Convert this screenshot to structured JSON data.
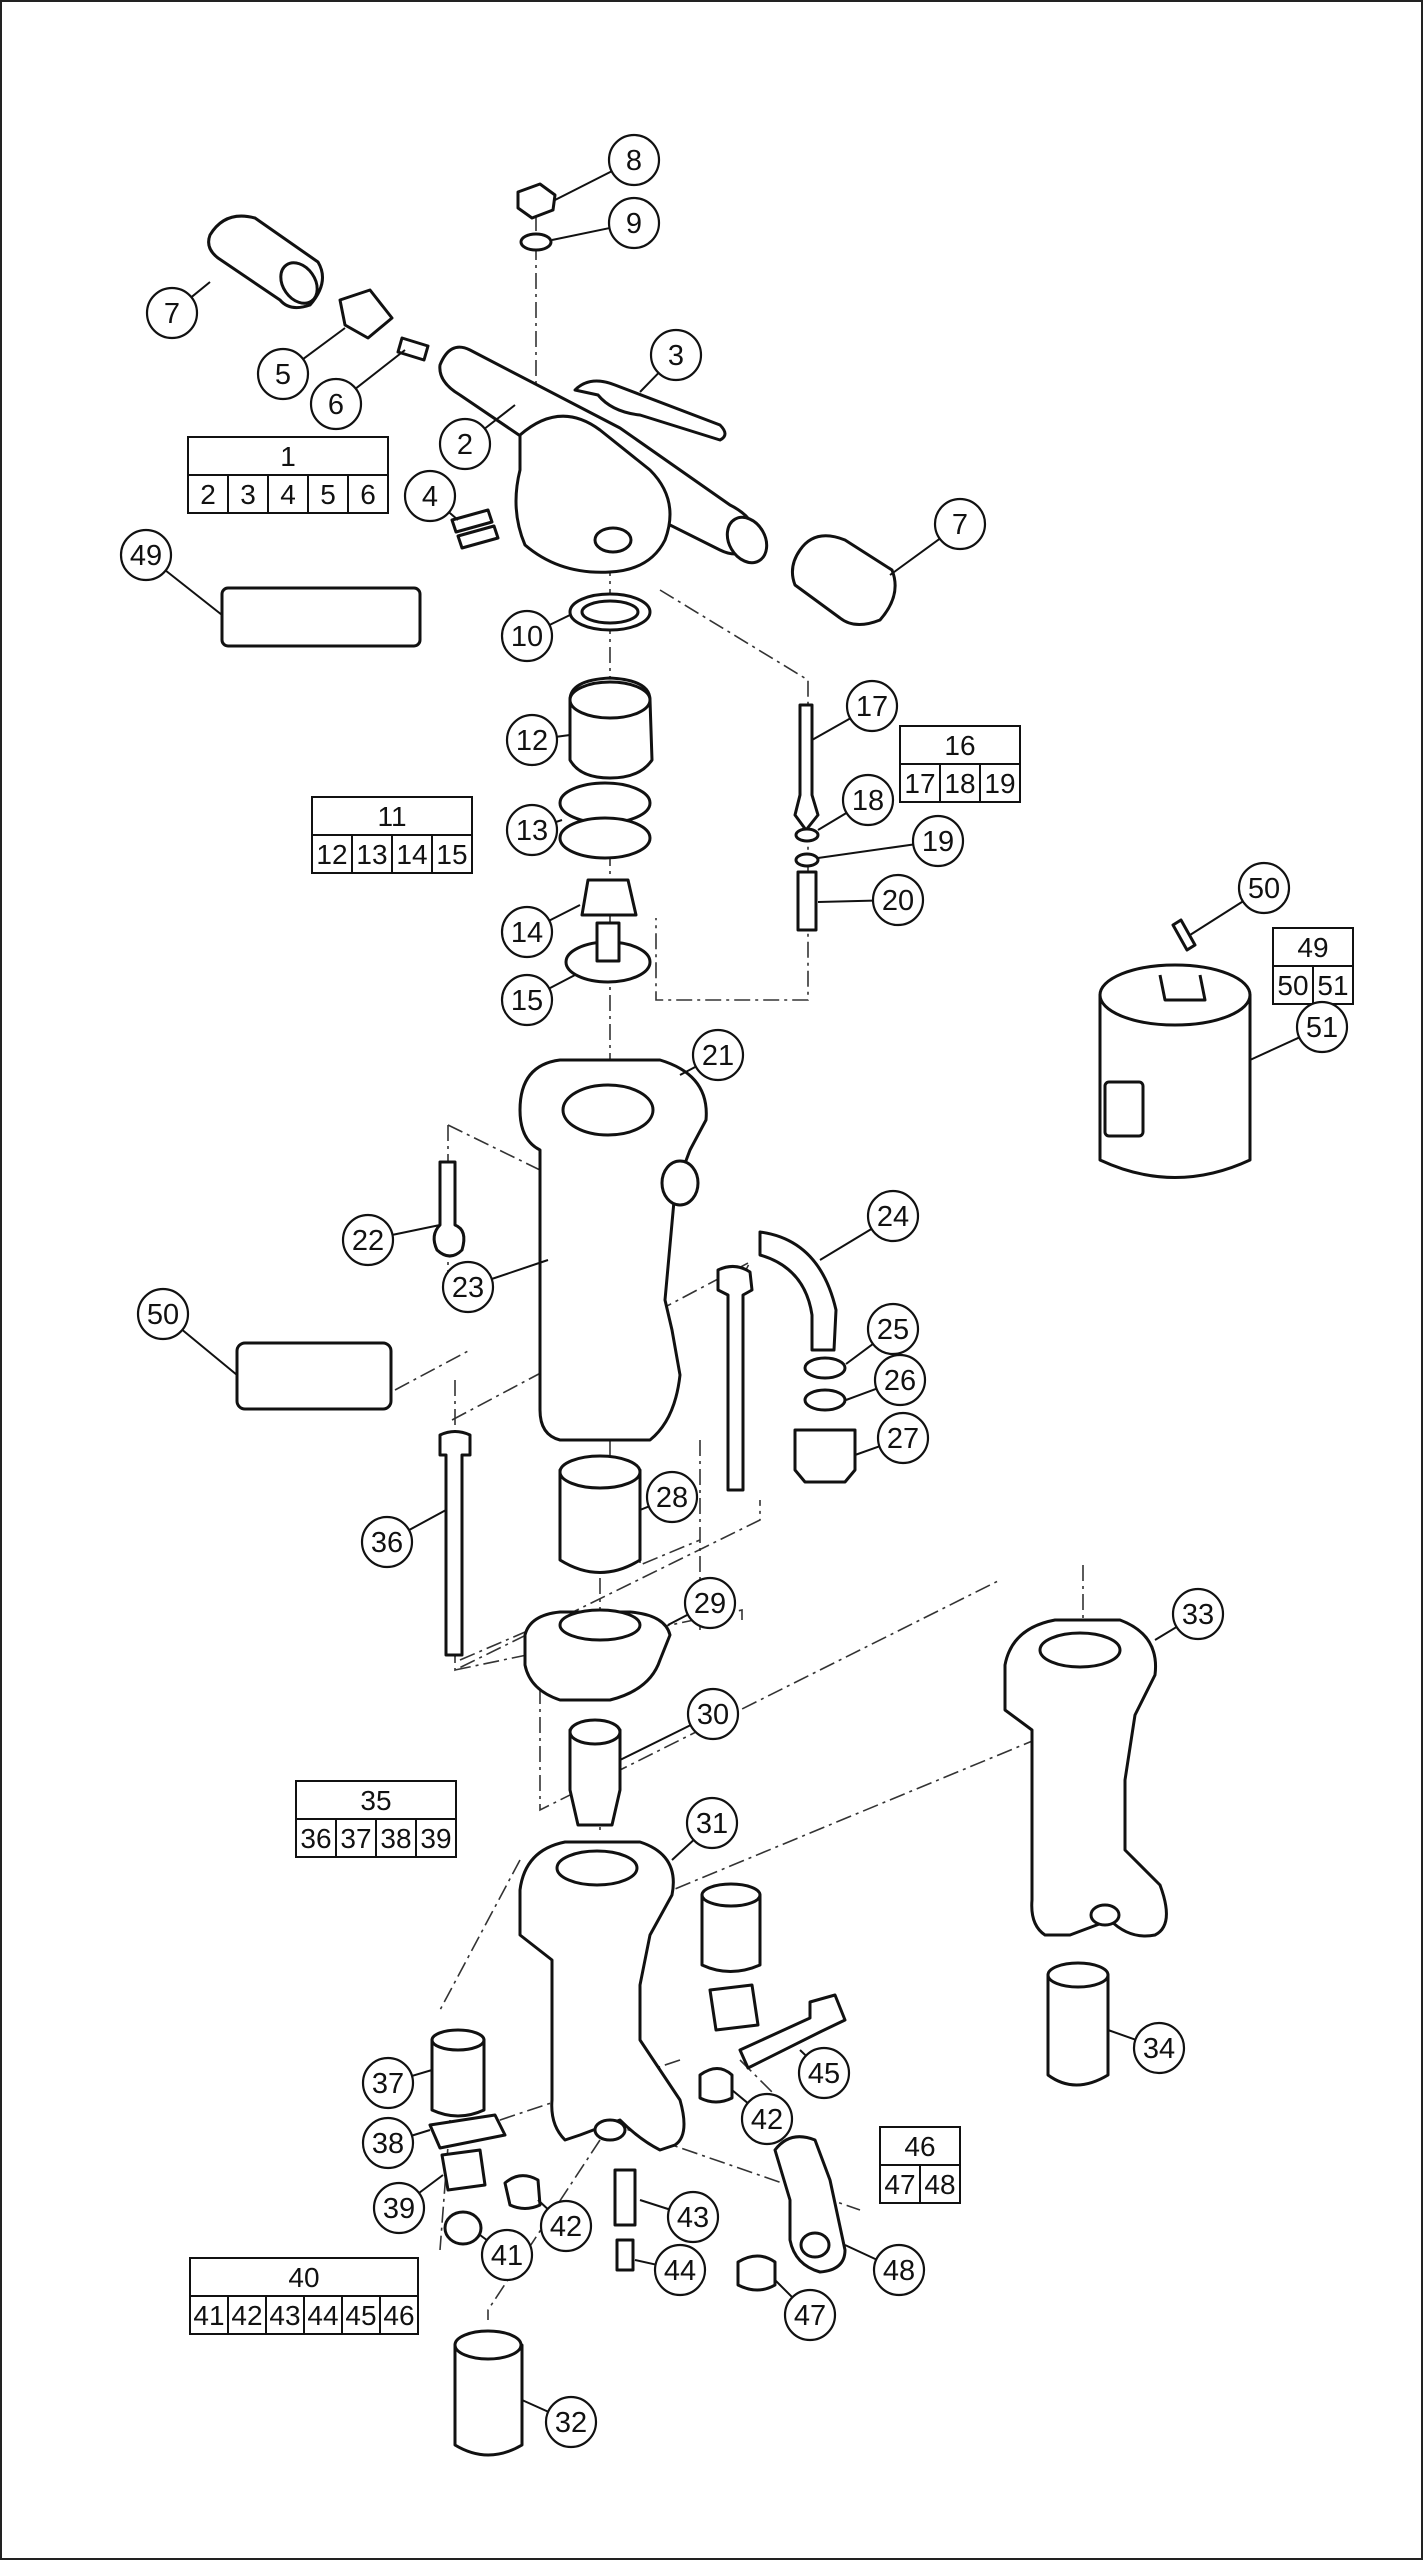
{
  "diagram": {
    "callouts": [
      "1",
      "2",
      "3",
      "4",
      "5",
      "6",
      "7",
      "8",
      "9",
      "10",
      "11",
      "12",
      "13",
      "14",
      "15",
      "16",
      "17",
      "18",
      "19",
      "20",
      "21",
      "22",
      "23",
      "24",
      "25",
      "26",
      "27",
      "28",
      "29",
      "30",
      "31",
      "32",
      "33",
      "34",
      "35",
      "36",
      "37",
      "38",
      "39",
      "40",
      "41",
      "42",
      "43",
      "44",
      "45",
      "46",
      "47",
      "48",
      "49",
      "50",
      "51"
    ],
    "kits": [
      {
        "kit": "1",
        "parts": [
          "2",
          "3",
          "4",
          "5",
          "6"
        ]
      },
      {
        "kit": "11",
        "parts": [
          "12",
          "13",
          "14",
          "15"
        ]
      },
      {
        "kit": "16",
        "parts": [
          "17",
          "18",
          "19"
        ]
      },
      {
        "kit": "35",
        "parts": [
          "36",
          "37",
          "38",
          "39"
        ]
      },
      {
        "kit": "40",
        "parts": [
          "41",
          "42",
          "43",
          "44",
          "45",
          "46"
        ]
      },
      {
        "kit": "46",
        "parts": [
          "47",
          "48"
        ]
      },
      {
        "kit": "49",
        "parts": [
          "50",
          "51"
        ]
      }
    ]
  }
}
